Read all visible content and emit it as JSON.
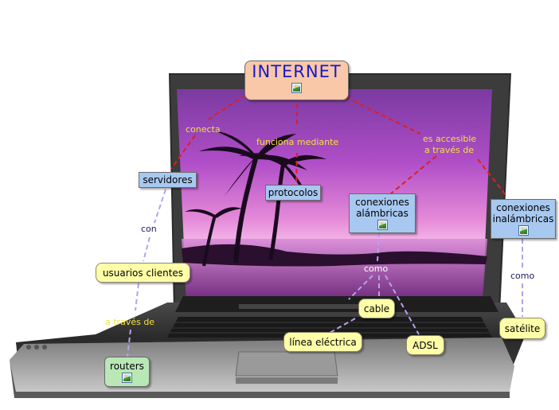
{
  "nodes": {
    "internet": "INTERNET",
    "servidores": "servidores",
    "protocolos": "protocolos",
    "alambricas_1": "conexiones",
    "alambricas_2": "alámbricas",
    "inalambricas_1": "conexiones",
    "inalambricas_2": "inalámbricas",
    "usuarios": "usuarios clientes",
    "routers": "routers",
    "cable": "cable",
    "linea": "línea eléctrica",
    "adsl": "ADSL",
    "satelite": "satélite"
  },
  "links": {
    "conecta": "conecta",
    "funciona_1": "funciona mediante",
    "accesible_1": "es accesible",
    "accesible_2": "a través de",
    "con": "con",
    "a_traves": "a través de",
    "como_1": "como",
    "como_2": "como"
  },
  "icons": [
    "image-attachment-icon"
  ],
  "colors": {
    "node_blue": "#a7c8f0",
    "node_yellow": "#ffffa8",
    "node_green": "#b9e8b6",
    "node_main": "#f8c8a8",
    "line_red": "#dd2020",
    "line_violet": "#b8a0ee",
    "link_text_yellow": "#f2e040"
  }
}
